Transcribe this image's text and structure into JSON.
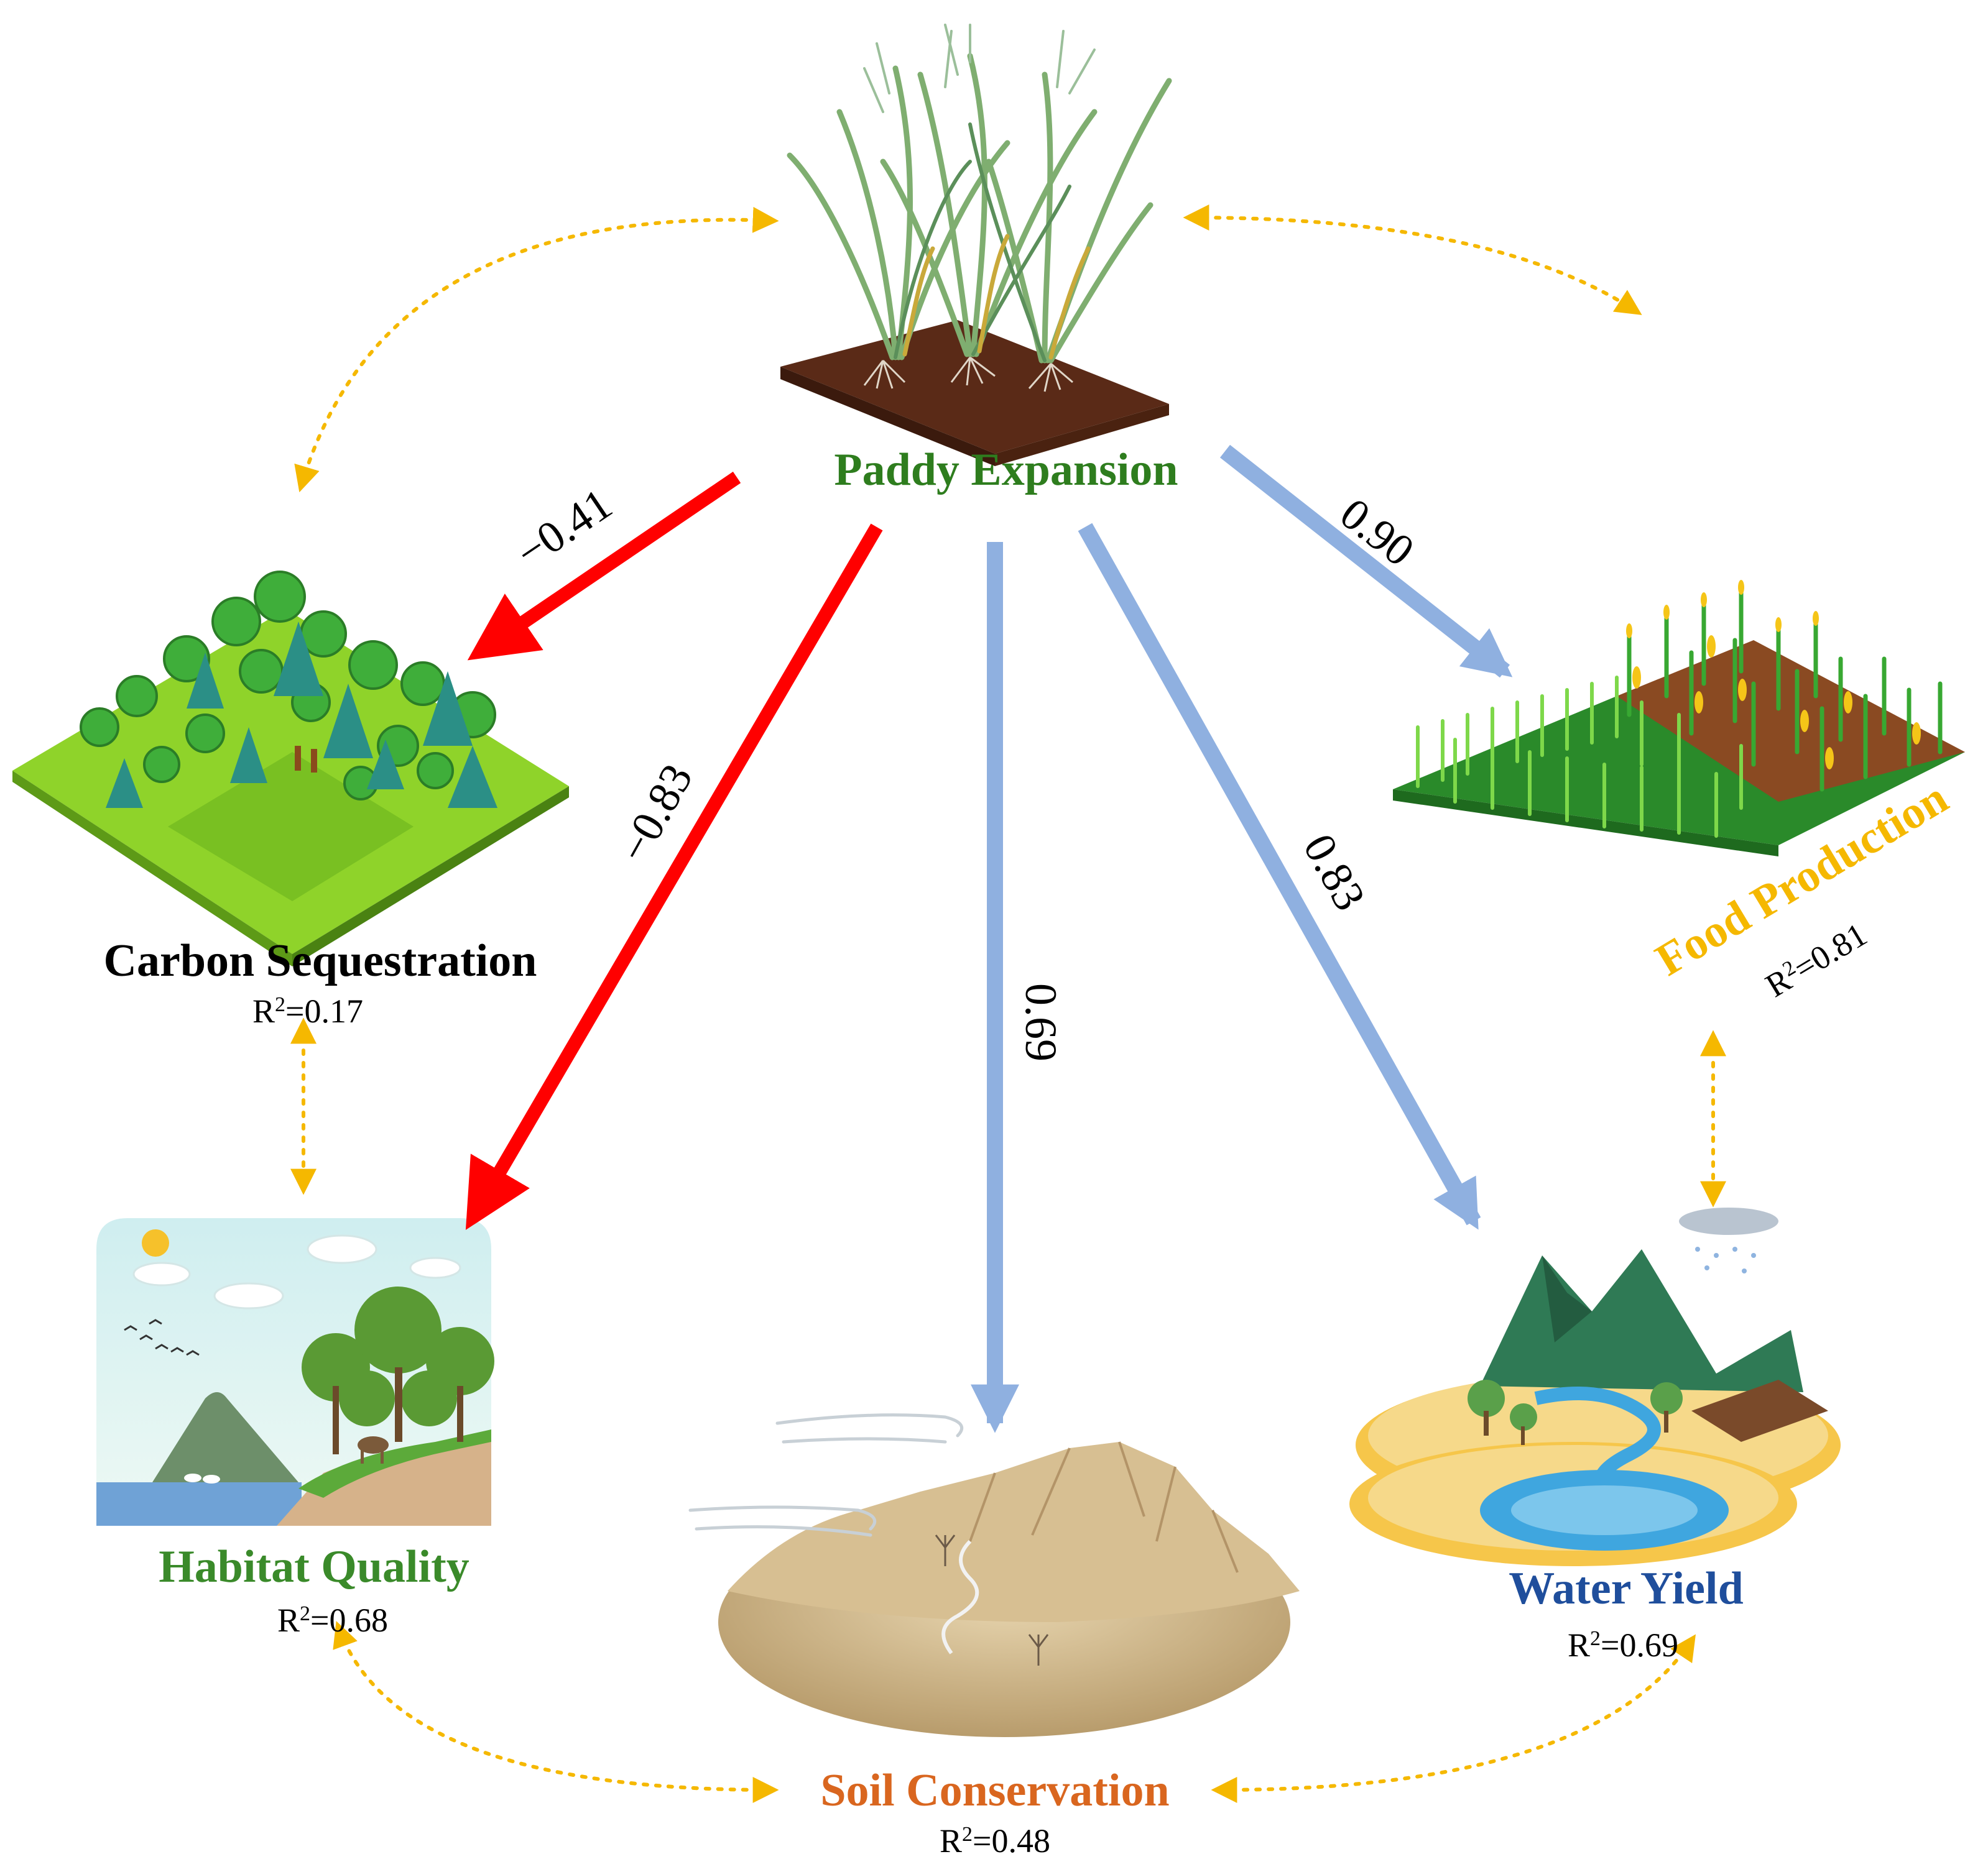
{
  "center": {
    "title": "Paddy Expansion",
    "color": "#2e7d1e"
  },
  "services": {
    "carbon": {
      "title": "Carbon Sequestration",
      "r2": "0.17",
      "color": "#000000"
    },
    "habitat": {
      "title": "Habitat Quality",
      "r2": "0.68",
      "color": "#3a8a2a"
    },
    "soil": {
      "title": "Soil Conservation",
      "r2": "0.48",
      "color": "#d9661f"
    },
    "water": {
      "title": "Water Yield",
      "r2": "0.69",
      "color": "#1f4e9c"
    },
    "food": {
      "title": "Food Production",
      "r2": "0.81",
      "color": "#f5b800"
    }
  },
  "r2_prefix": "R",
  "r2_sup": "2",
  "r2_eq": "=",
  "coefficients": {
    "carbon": "−0.41",
    "habitat": "−0.83",
    "soil": "0.69",
    "water": "0.83",
    "food": "0.90"
  },
  "colors": {
    "negative_arrow": "#ff0000",
    "positive_arrow": "#8fb0e0",
    "link_arrow": "#f5b800"
  }
}
